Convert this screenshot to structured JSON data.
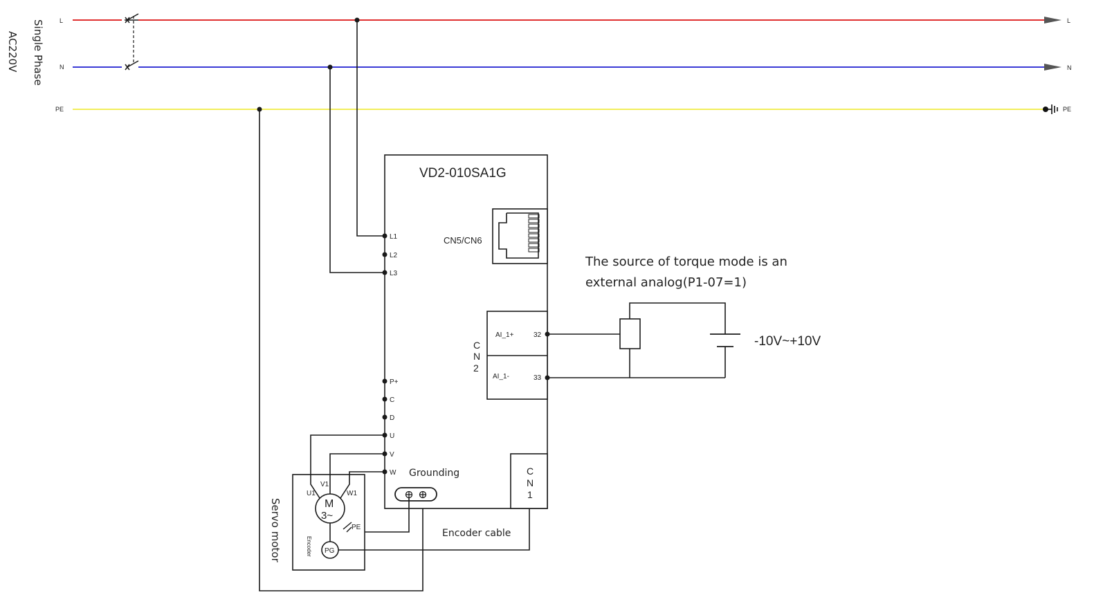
{
  "power": {
    "label_line1": "Single Phase",
    "label_line2": "AC220V",
    "lines": {
      "L": {
        "label_left": "L",
        "label_right": "L",
        "color": "#e03030"
      },
      "N": {
        "label_left": "N",
        "label_right": "N",
        "color": "#3a3ad6"
      },
      "PE": {
        "label_left": "PE",
        "label_right": "PE",
        "color": "#f2ee5a"
      }
    }
  },
  "drive": {
    "model": "VD2-010SA1G",
    "cn5_label": "CN5/CN6",
    "cn2_label": [
      "C",
      "N",
      "2"
    ],
    "cn1_label": [
      "C",
      "N",
      "1"
    ],
    "terminals": [
      "L1",
      "L2",
      "L3",
      "P+",
      "C",
      "D",
      "U",
      "V",
      "W"
    ],
    "cn2_pins": [
      {
        "name": "AI_1+",
        "number": "32"
      },
      {
        "name": "AI_1-",
        "number": "33"
      }
    ]
  },
  "grounding_label": "Grounding",
  "encoder_cable_label": "Encoder cable",
  "servo": {
    "label": "Servo motor",
    "motor_line1": "M",
    "motor_line2": "3~",
    "phase_labels": [
      "U1",
      "V1",
      "W1"
    ],
    "pe_label": "PE",
    "encoder_label": "Encoder",
    "pg_label": "PG"
  },
  "note": {
    "line1": "The source of torque mode is an",
    "line2": "external analog(P1-07=1)"
  },
  "voltage_label": "-10V~+10V"
}
